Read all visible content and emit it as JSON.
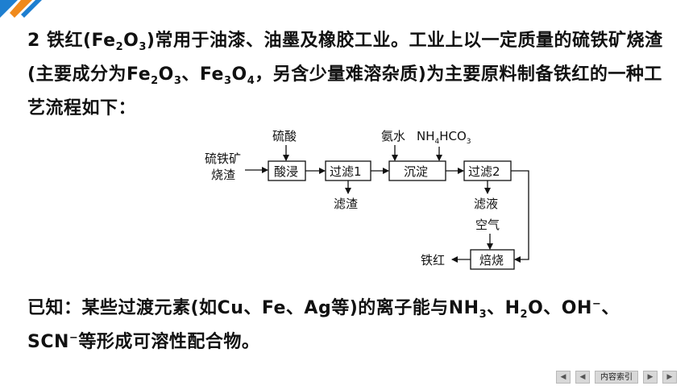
{
  "question": {
    "number": "2",
    "intro_part1": "铁红(Fe",
    "intro_sub1": "2",
    "intro_part2": "O",
    "intro_sub2": "3",
    "intro_part3": ")常用于油漆、油墨及橡胶工业。工业上以一定质量的硫铁矿烧渣(主要成分为Fe",
    "intro_sub3": "2",
    "intro_part4": "O",
    "intro_sub4": "3",
    "intro_part5": "、Fe",
    "intro_sub5": "3",
    "intro_part6": "O",
    "intro_sub6": "4",
    "intro_part7": "，另含少量难溶杂质)为主要原料制备铁红的一种工艺流程如下："
  },
  "flowchart": {
    "raw_material_line1": "硫铁矿",
    "raw_material_line2": "烧渣",
    "reagent_acid": "硫酸",
    "step_acid_leach": "酸浸",
    "step_filter1": "过滤1",
    "residue": "滤渣",
    "reagent_ammonia": "氨水",
    "reagent_nh4": "NH",
    "reagent_nh4_sub": "4",
    "reagent_hco": "HCO",
    "reagent_hco_sub": "3",
    "step_precipitate": "沉淀",
    "step_filter2": "过滤2",
    "filtrate": "滤液",
    "reagent_air": "空气",
    "step_roast": "焙烧",
    "product": "铁红"
  },
  "known": {
    "part1": "已知：某些过渡元素(如Cu、Fe、Ag等)的离子能与NH",
    "sub1": "3",
    "part2": "、H",
    "sub2": "2",
    "part3": "O、OH",
    "sup1": "−",
    "part4": "、SCN",
    "sup2": "−",
    "part5": "等形成可溶性配合物。"
  },
  "nav": {
    "first": "◀",
    "prev": "◀",
    "index_label": "内容索引",
    "next": "▶",
    "last": "▶"
  },
  "colors": {
    "corner_blue": "#1e7fd0",
    "corner_orange": "#f08a1c"
  }
}
